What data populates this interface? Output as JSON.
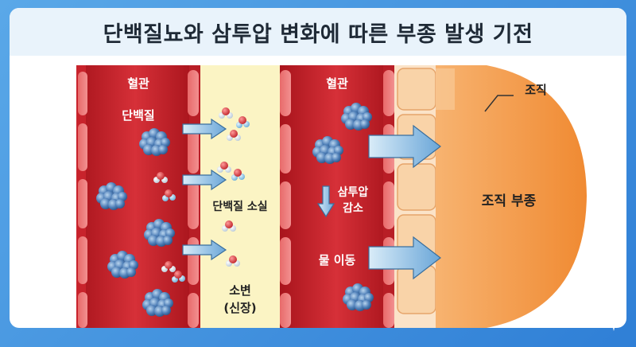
{
  "title": "단백질뇨와 삼투압 변화에 따른 부종 발생 기전",
  "labels": {
    "vessel_left": "혈관",
    "protein": "단백질",
    "protein_loss": "단백질 소실",
    "urine_line1": "소변",
    "urine_line2": "(신장)",
    "vessel_right": "혈관",
    "osmotic_line1": "삼투압",
    "osmotic_line2": "감소",
    "water_move": "물 이동",
    "tissue": "조직",
    "edema": "조직 부종"
  },
  "colors": {
    "vessel": "#c8232c",
    "urine": "#fbf4c4",
    "tissue": "#f5a04e",
    "protein": "#4f7fb8",
    "arrow": "#8fc0e6"
  }
}
